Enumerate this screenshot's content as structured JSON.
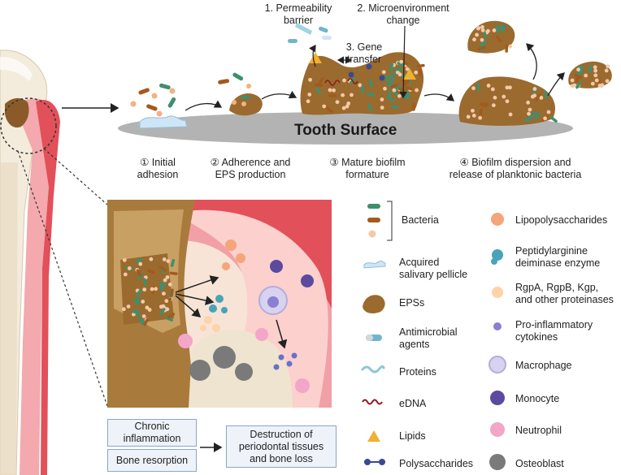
{
  "top_labels": {
    "permeability": "1.  Permeability\nbarrier",
    "microenvironment": "2. Microenvironment\nchange",
    "gene_transfer": "3. Gene\ntransfer"
  },
  "tooth_surface": "Tooth Surface",
  "stages": [
    {
      "label": "① Initial\nadhesion"
    },
    {
      "label": "② Adherence and\nEPS production"
    },
    {
      "label": "③ Mature biofilm\nformature"
    },
    {
      "label": "④ Biofilm dispersion and\nrelease of planktonic bacteria"
    }
  ],
  "legend_left": [
    {
      "icon": "bacteria-icon",
      "label": "Bacteria"
    },
    {
      "icon": "pellicle-icon",
      "label": "Acquired\nsalivary pellicle"
    },
    {
      "icon": "eps-icon",
      "label": "EPSs"
    },
    {
      "icon": "antimicrobial-icon",
      "label": "Antimicrobial\nagents"
    },
    {
      "icon": "protein-icon",
      "label": "Proteins"
    },
    {
      "icon": "edna-icon",
      "label": "eDNA"
    },
    {
      "icon": "lipid-icon",
      "label": "Lipids"
    },
    {
      "icon": "polysaccharide-icon",
      "label": "Polysaccharides"
    }
  ],
  "legend_right": [
    {
      "icon": "lipopolysaccharide-icon",
      "label": "Lipopolysaccharides"
    },
    {
      "icon": "pad-enzyme-icon",
      "label": "Peptidylarginine\ndeiminase enzyme"
    },
    {
      "icon": "proteinase-icon",
      "label": "RgpA,  RgpB, Kgp,\nand other proteinases"
    },
    {
      "icon": "cytokine-icon",
      "label": "Pro-inflammatory\ncytokines"
    },
    {
      "icon": "macrophage-icon",
      "label": "Macrophage"
    },
    {
      "icon": "monocyte-icon",
      "label": "Monocyte"
    },
    {
      "icon": "neutrophil-icon",
      "label": "Neutrophil"
    },
    {
      "icon": "osteoblast-icon",
      "label": "Osteoblast"
    }
  ],
  "outcome_boxes": {
    "chronic": "Chronic\ninflammation",
    "bone": "Bone resorption",
    "destruction": "Destruction of\nperiodontal tissues\nand bone loss"
  },
  "colors": {
    "eps_brown": "#9a6a2e",
    "bacteria_green": "#3f8f6e",
    "bacteria_brown": "#a35a1c",
    "gum_red": "#e2505a",
    "gum_pink": "#f7b4b4",
    "box_fill": "#eef3fa",
    "box_border": "#8aa6c6"
  }
}
